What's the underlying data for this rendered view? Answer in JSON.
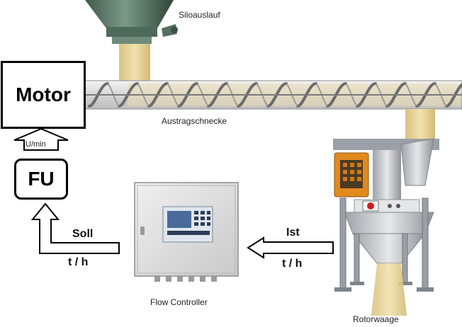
{
  "labels": {
    "silo_outlet": "Siloauslauf",
    "screw_conveyor": "Austragschnecke",
    "motor": "Motor",
    "speed_unit": "U/min",
    "frequency_converter": "FU",
    "setpoint": "Soll",
    "setpoint_unit": "t / h",
    "actual": "Ist",
    "actual_unit": "t / h",
    "flow_controller": "Flow Controller",
    "rotor_scale": "Rotorwaage"
  },
  "colors": {
    "silo_green": "#5e7a6a",
    "material_tan": "#e8d49c",
    "cabinet_gray": "#dcdcdc",
    "display_blue": "#4a6b9a",
    "drive_orange": "#e08a1e",
    "steel": "#b8bcc0"
  },
  "icons": [
    "silo-icon",
    "screw-conveyor-icon",
    "flow-controller-cabinet-icon",
    "rotor-scale-icon",
    "arrow-up-icon",
    "arrow-left-icon"
  ]
}
